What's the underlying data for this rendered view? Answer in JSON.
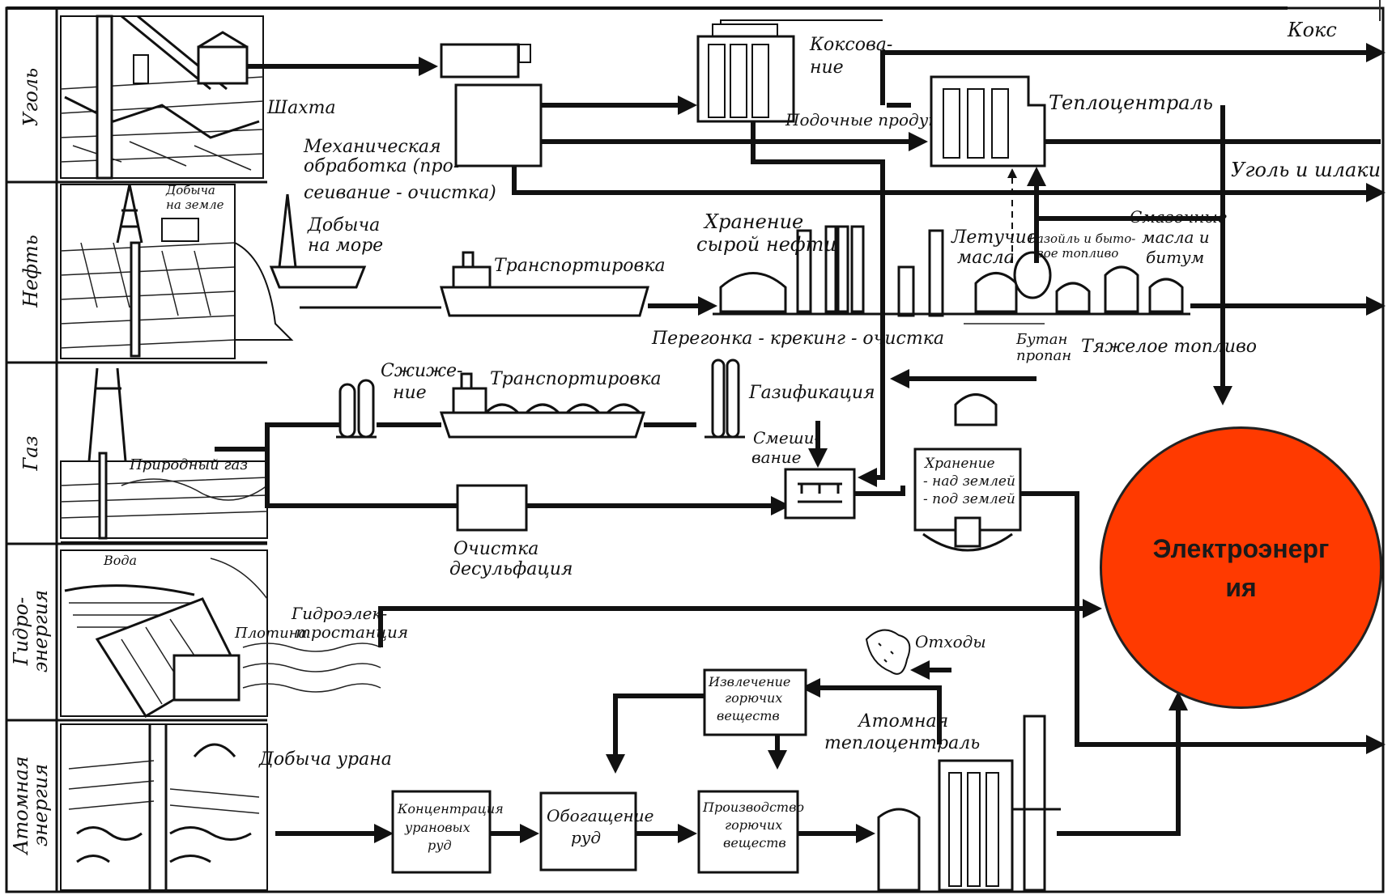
{
  "rows": [
    {
      "id": "coal",
      "label": "Уголь"
    },
    {
      "id": "oil",
      "label": "Нефть"
    },
    {
      "id": "gas",
      "label": "Газ"
    },
    {
      "id": "hydro",
      "label": "Гидро-энергия",
      "line1": "Гидро-",
      "line2": "энергия"
    },
    {
      "id": "nuclear",
      "label": "Атомная энергия",
      "line1": "Атомная",
      "line2": "энергия"
    }
  ],
  "coal": {
    "mine": "Шахта",
    "processing": [
      "Механическая",
      "обработка (про-",
      "сеивание - очистка)"
    ],
    "coking": [
      "Коксова-",
      "ние"
    ],
    "byproducts": "Подочные продукты",
    "heat_plant": "Теплоцентраль",
    "coke": "Кокс",
    "coal_and_slag": "Уголь и шлаки"
  },
  "oil": {
    "land": [
      "Добыча",
      "на земле"
    ],
    "sea": [
      "Добыча",
      "на море"
    ],
    "transport": "Транспортировка",
    "storage": [
      "Хранение",
      "сырой нефти"
    ],
    "volatile": [
      "Летучие",
      "масла"
    ],
    "gasoil": [
      "Газойль и быто-",
      "вое топливо"
    ],
    "lubricants": [
      "Смазочные",
      "масла и",
      "битум"
    ],
    "butane": [
      "Бутан",
      "пропан"
    ],
    "heavy_fuel": "Тяжелое топливо",
    "refining": "Перегонка - крекинг - очистка"
  },
  "gas": {
    "natural_gas": "Природный газ",
    "liquefaction": [
      "Сжиже-",
      "ние"
    ],
    "transport": "Транспортировка",
    "gasification": "Газификация",
    "mixing": [
      "Смеши-",
      "вание"
    ],
    "storage": [
      "Хранение",
      "- над землей",
      "- под землей"
    ],
    "cleaning": [
      "Очистка",
      "десульфация"
    ]
  },
  "hydro": {
    "water": "Вода",
    "dam": "Плотина",
    "station": [
      "Гидроэлек-",
      "тростанция"
    ]
  },
  "nuclear": {
    "uranium_mining": "Добыча урана",
    "concentration": [
      "Концентрация",
      "урановых",
      "руд"
    ],
    "enrichment": [
      "Обогащение",
      "руд"
    ],
    "fuel_production": [
      "Производство",
      "горючих",
      "веществ"
    ],
    "extraction": [
      "Извлечение",
      "горючих",
      "веществ"
    ],
    "waste": "Отходы",
    "plant": [
      "Атомная",
      "теплоцентраль"
    ]
  },
  "electricity": {
    "label": "Электроэнергия",
    "color": "#ff3a00"
  }
}
